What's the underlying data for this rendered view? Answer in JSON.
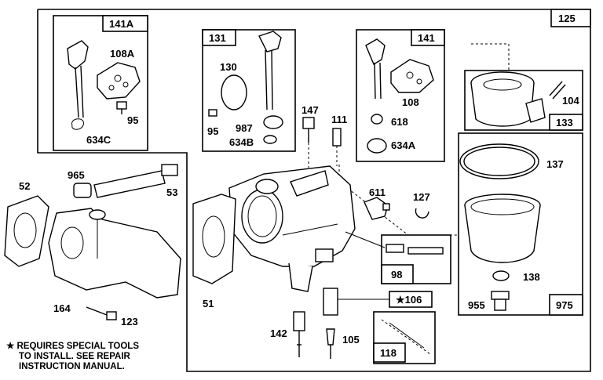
{
  "callouts": {
    "c141A": "141A",
    "c108A": "108A",
    "c95a": "95",
    "c634C": "634C",
    "c131": "131",
    "c130": "130",
    "c95b": "95",
    "c987": "987",
    "c634B": "634B",
    "c141": "141",
    "c108": "108",
    "c618": "618",
    "c634A": "634A",
    "c125": "125",
    "c104": "104",
    "c133": "133",
    "c137": "137",
    "c138": "138",
    "c955": "955",
    "c975": "975",
    "c147": "147",
    "c111": "111",
    "c611": "611",
    "c127": "127",
    "c965": "965",
    "c52": "52",
    "c53": "53",
    "c164": "164",
    "c123": "123",
    "c51": "51",
    "c98": "98",
    "c106": "★106",
    "c142": "142",
    "c105": "105",
    "c118": "118"
  },
  "footnote": {
    "line1": "★ REQUIRES SPECIAL TOOLS",
    "line2": "TO INSTALL.  SEE REPAIR",
    "line3": "INSTRUCTION MANUAL."
  }
}
